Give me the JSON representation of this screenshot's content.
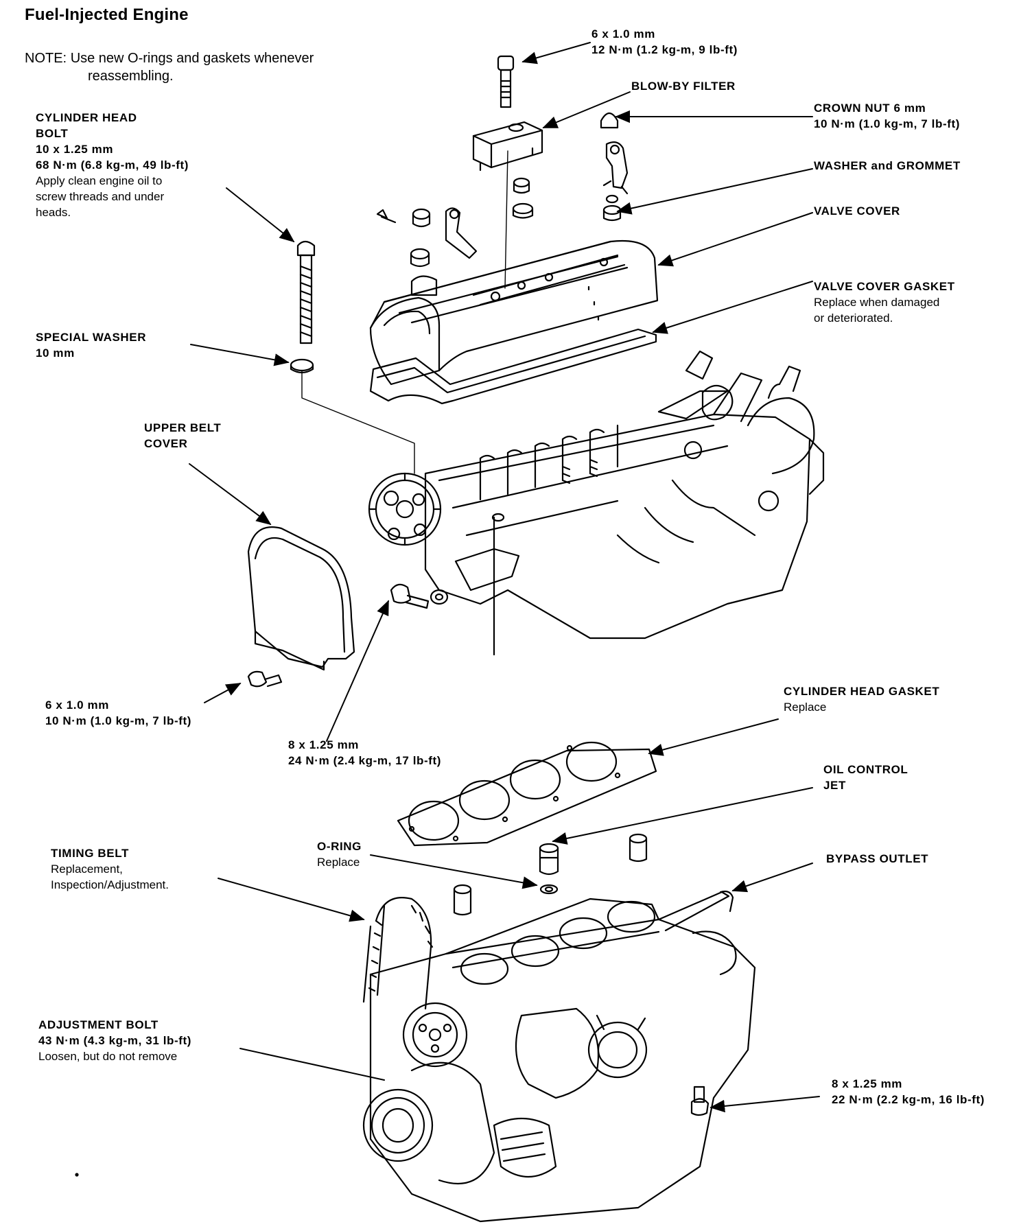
{
  "title": "Fuel-Injected Engine",
  "note": {
    "prefix": "NOTE:",
    "line1": "Use new O-rings and gaskets whenever",
    "line2": "reassembling."
  },
  "callouts": {
    "valve_cover_bolt": {
      "spec": "6 x 1.0 mm",
      "torque": "12 N·m (1.2 kg-m, 9 lb-ft)"
    },
    "blow_by_filter": {
      "name": "BLOW-BY FILTER"
    },
    "crown_nut": {
      "name": "CROWN NUT 6 mm",
      "torque": "10 N·m (1.0 kg-m, 7 lb-ft)"
    },
    "washer_grommet": {
      "name": "WASHER and GROMMET"
    },
    "valve_cover": {
      "name": "VALVE COVER"
    },
    "valve_cover_gasket": {
      "name": "VALVE COVER GASKET",
      "line1": "Replace when damaged",
      "line2": "or deteriorated."
    },
    "cylinder_head_bolt": {
      "name1": "CYLINDER HEAD",
      "name2": "BOLT",
      "spec": "10 x 1.25 mm",
      "torque": "68 N·m (6.8 kg-m, 49 lb-ft)",
      "line1": "Apply clean engine oil to",
      "line2": "screw threads and under",
      "line3": "heads."
    },
    "special_washer": {
      "name": "SPECIAL WASHER",
      "spec": "10 mm"
    },
    "upper_belt_cover": {
      "name1": "UPPER BELT",
      "name2": "COVER"
    },
    "belt_cover_bolt": {
      "spec": "6 x 1.0 mm",
      "torque": "10 N·m (1.0 kg-m, 7 lb-ft)"
    },
    "head_bolt_8": {
      "spec": "8 x 1.25 mm",
      "torque": "24 N·m (2.4 kg-m, 17 lb-ft)"
    },
    "cylinder_head_gasket": {
      "name": "CYLINDER HEAD GASKET",
      "line1": "Replace"
    },
    "oil_control_jet": {
      "name1": "OIL CONTROL",
      "name2": "JET"
    },
    "o_ring": {
      "name": "O-RING",
      "line1": "Replace"
    },
    "timing_belt": {
      "name": "TIMING BELT",
      "line1": "Replacement,",
      "line2": "Inspection/Adjustment."
    },
    "bypass_outlet": {
      "name": "BYPASS OUTLET"
    },
    "adjustment_bolt": {
      "name": "ADJUSTMENT BOLT",
      "torque": "43 N·m (4.3 kg-m, 31 lb-ft)",
      "line1": "Loosen, but do not remove"
    },
    "block_bolt": {
      "spec": "8 x 1.25 mm",
      "torque": "22 N·m (2.2 kg-m, 16 lb-ft)"
    }
  }
}
